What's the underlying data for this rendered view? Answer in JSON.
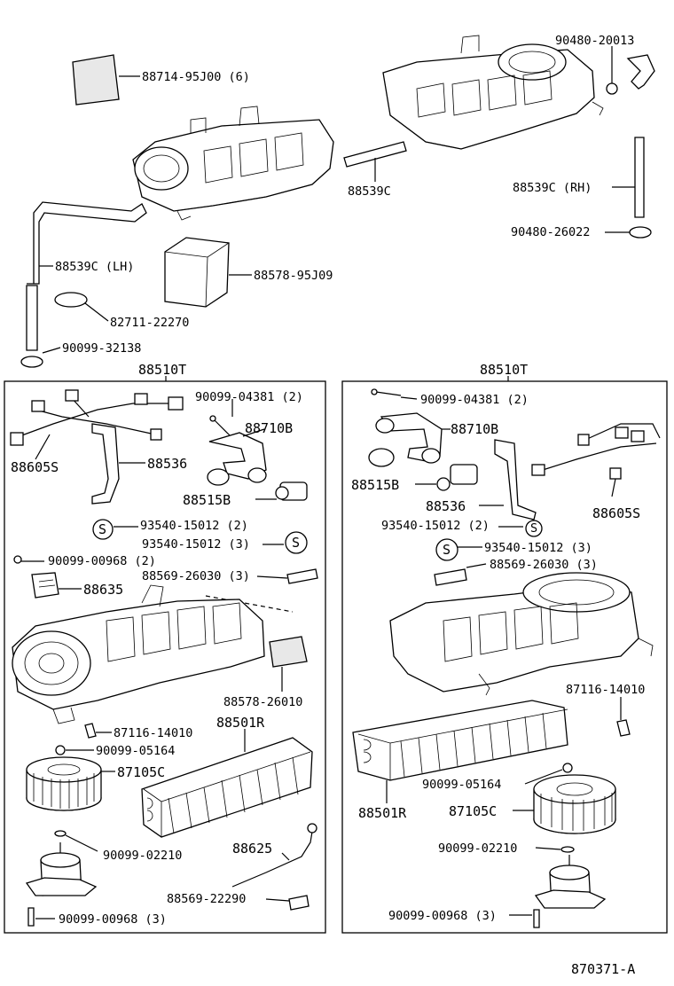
{
  "diagram_id": "870371-A",
  "top": {
    "p_88714": "88714-95J00 (6)",
    "p_90480_20013": "90480-20013",
    "p_88539c_center": "88539C",
    "p_88539c_rh": "88539C (RH)",
    "p_90480_26022": "90480-26022",
    "p_88539c_lh": "88539C (LH)",
    "p_88578_95j09": "88578-95J09",
    "p_82711": "82711-22270",
    "p_90099_32138": "90099-32138"
  },
  "left_assembly": {
    "title": "88510T",
    "p_90099_04381": "90099-04381 (2)",
    "p_88710b": "88710B",
    "p_88605s": "88605S",
    "p_88536": "88536",
    "p_88515b": "88515B",
    "s_symbol": "S",
    "p_93540_a": "93540-15012 (2)",
    "p_93540_b": "93540-15012 (3)",
    "p_90099_00968_2": "90099-00968 (2)",
    "p_88569_26030": "88569-26030 (3)",
    "p_88635": "88635",
    "p_88578_26010": "88578-26010",
    "p_88501r": "88501R",
    "p_87116": "87116-14010",
    "p_90099_05164": "90099-05164",
    "p_87105c": "87105C",
    "p_90099_02210": "90099-02210",
    "p_88625": "88625",
    "p_88569_22290": "88569-22290",
    "p_90099_00968_3": "90099-00968 (3)"
  },
  "right_assembly": {
    "title": "88510T",
    "p_90099_04381": "90099-04381 (2)",
    "p_88710b": "88710B",
    "p_88515b": "88515B",
    "p_88536": "88536",
    "p_88605s": "88605S",
    "p_93540_a": "93540-15012 (2)",
    "s_symbol": "S",
    "p_93540_b": "93540-15012 (3)",
    "p_88569_26030": "88569-26030 (3)",
    "p_87116": "87116-14010",
    "p_90099_05164": "90099-05164",
    "p_88501r": "88501R",
    "p_87105c": "87105C",
    "p_90099_02210": "90099-02210",
    "p_90099_00968_3": "90099-00968 (3)"
  }
}
